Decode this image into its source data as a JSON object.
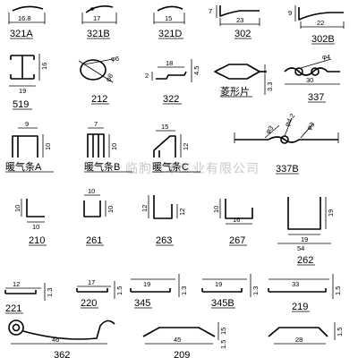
{
  "watermark": "临朐三禾工业有限公司",
  "parts": [
    {
      "code": "321A",
      "dims": [
        "16.8"
      ]
    },
    {
      "code": "321B",
      "dims": [
        "17"
      ]
    },
    {
      "code": "321D",
      "dims": [
        "15"
      ]
    },
    {
      "code": "302",
      "dims": [
        "7",
        "23"
      ]
    },
    {
      "code": "302B",
      "dims": [
        "9",
        "22"
      ]
    },
    {
      "code": "519",
      "dims": [
        "16",
        "19"
      ]
    },
    {
      "code": "212",
      "dims": [
        "φ6",
        "φ8"
      ]
    },
    {
      "code": "322",
      "dims": [
        "2",
        "18",
        "4.5"
      ]
    },
    {
      "code": "菱形片",
      "dims": [
        "3.3"
      ]
    },
    {
      "code": "337",
      "dims": [
        "φ4",
        "30"
      ]
    },
    {
      "code": "暖气条A",
      "dims": [
        "9",
        "10"
      ]
    },
    {
      "code": "暖气条B",
      "dims": [
        "7",
        "10"
      ]
    },
    {
      "code": "暖气条C",
      "dims": [
        "15",
        "12"
      ]
    },
    {
      "code": "337B",
      "dims": [
        "φ3",
        "φ4.2",
        "φ3"
      ]
    },
    {
      "code": "210",
      "dims": [
        "10",
        "10"
      ]
    },
    {
      "code": "261",
      "dims": [
        "10",
        "10"
      ]
    },
    {
      "code": "263",
      "dims": [
        "12",
        "12"
      ]
    },
    {
      "code": "267",
      "dims": [
        "10",
        "16"
      ]
    },
    {
      "code": "262",
      "dims": [
        "19",
        "19",
        "54"
      ]
    },
    {
      "code": "221",
      "dims": [
        "12",
        "1.3"
      ]
    },
    {
      "code": "220",
      "dims": [
        "17",
        "1.5"
      ]
    },
    {
      "code": "345",
      "dims": [
        "19",
        "1.3"
      ]
    },
    {
      "code": "345B",
      "dims": [
        "19",
        "1.3"
      ]
    },
    {
      "code": "219",
      "dims": [
        "33",
        "1.5"
      ]
    },
    {
      "code": "362",
      "dims": [
        "46"
      ]
    },
    {
      "code": "209",
      "dims": [
        "45",
        "15",
        "1.5"
      ]
    },
    {
      "code": "",
      "dims": [
        "28",
        "1.5"
      ]
    }
  ]
}
